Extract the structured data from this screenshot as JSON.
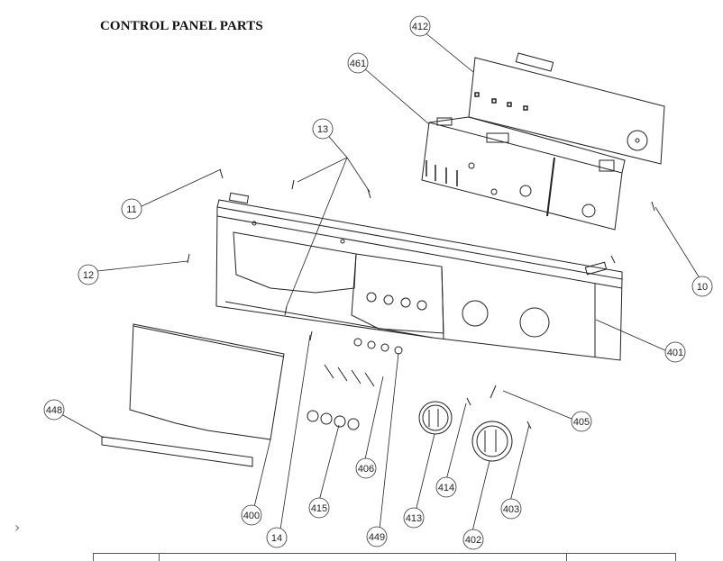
{
  "title": "CONTROL PANEL PARTS",
  "callouts": [
    {
      "id": "412",
      "label": "412"
    },
    {
      "id": "461",
      "label": "461"
    },
    {
      "id": "13",
      "label": "13"
    },
    {
      "id": "11",
      "label": "11"
    },
    {
      "id": "12",
      "label": "12"
    },
    {
      "id": "10",
      "label": "10"
    },
    {
      "id": "401",
      "label": "401"
    },
    {
      "id": "448",
      "label": "448"
    },
    {
      "id": "405",
      "label": "405"
    },
    {
      "id": "406",
      "label": "406"
    },
    {
      "id": "414",
      "label": "414"
    },
    {
      "id": "403",
      "label": "403"
    },
    {
      "id": "400",
      "label": "400"
    },
    {
      "id": "415",
      "label": "415"
    },
    {
      "id": "413",
      "label": "413"
    },
    {
      "id": "14",
      "label": "14"
    },
    {
      "id": "449",
      "label": "449"
    },
    {
      "id": "402",
      "label": "402"
    }
  ],
  "nav": {
    "next_icon": "chevron-right-icon",
    "next_glyph": "›"
  },
  "colors": {
    "line": "#222222",
    "background": "#ffffff"
  }
}
